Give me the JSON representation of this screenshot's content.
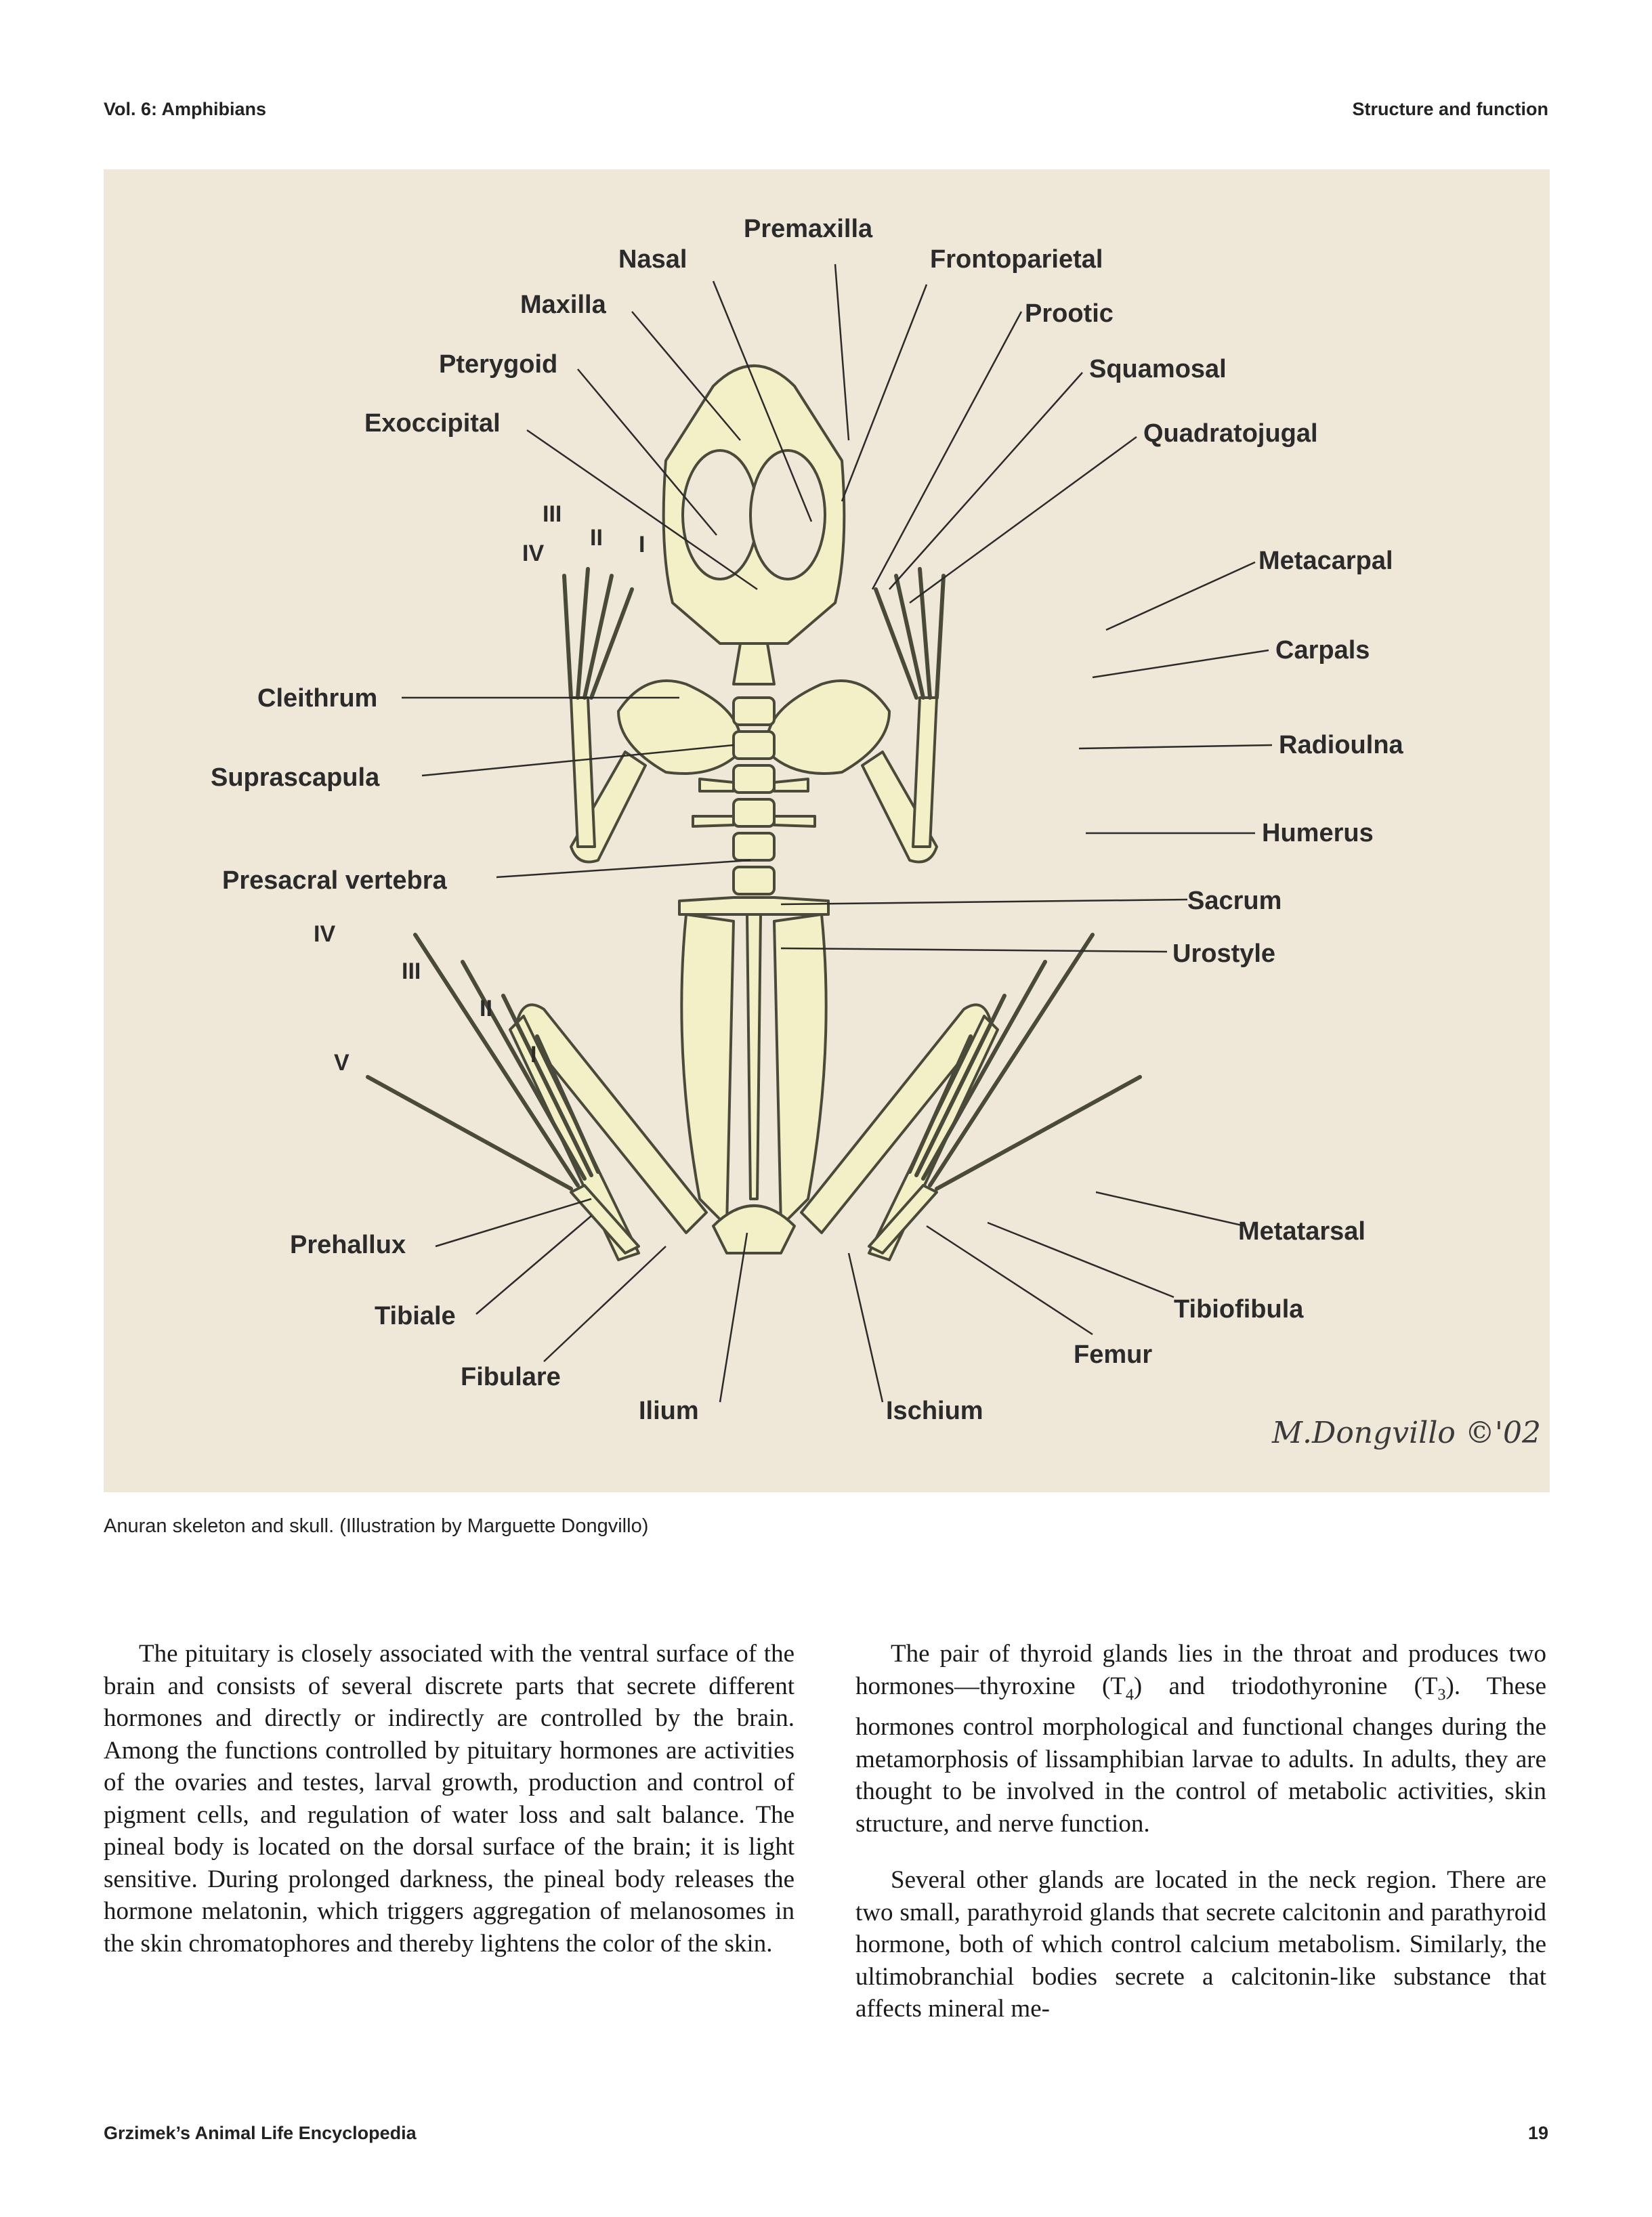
{
  "header": {
    "left": "Vol. 6: Amphibians",
    "right": "Structure and function"
  },
  "figure": {
    "labels": {
      "premaxilla": "Premaxilla",
      "nasal": "Nasal",
      "frontoparietal": "Frontoparietal",
      "maxilla": "Maxilla",
      "prootic": "Prootic",
      "pterygoid": "Pterygoid",
      "squamosal": "Squamosal",
      "exoccipital": "Exoccipital",
      "quadratojugal": "Quadratojugal",
      "metacarpal": "Metacarpal",
      "carpals": "Carpals",
      "cleithrum": "Cleithrum",
      "radioulna": "Radioulna",
      "suprascapula": "Suprascapula",
      "humerus": "Humerus",
      "presacral": "Presacral vertebra",
      "sacrum": "Sacrum",
      "urostyle": "Urostyle",
      "metatarsal": "Metatarsal",
      "prehallux": "Prehallux",
      "tibiofibula": "Tibiofibula",
      "tibiale": "Tibiale",
      "femur": "Femur",
      "fibulare": "Fibulare",
      "ilium": "Ilium",
      "ischium": "Ischium",
      "hand_digits": [
        "III",
        "IV",
        "II",
        "I"
      ],
      "foot_digits": [
        "IV",
        "III",
        "II",
        "V",
        "I"
      ]
    },
    "signature": "M.Dongvillo ©'02"
  },
  "caption": "Anuran skeleton and skull. (Illustration by Marguette Dongvillo)",
  "body": {
    "left_paragraphs": [
      "The pituitary is closely associated with the ventral surface of the brain and consists of several discrete parts that secrete different hormones and directly or indirectly are controlled by the brain. Among the functions controlled by pituitary hormones are activities of the ovaries and testes, larval growth, production and control of pigment cells, and regulation of water loss and salt balance. The pineal body is located on the dorsal surface of the brain; it is light sensitive. During prolonged darkness, the pineal body releases the hormone melatonin, which triggers aggregation of melanosomes in the skin chromatophores and thereby lightens the color of the skin."
    ],
    "right_p1_a": "The pair of thyroid glands lies in the throat and produces two hormones—thyroxine (T",
    "right_p1_sub1": "4",
    "right_p1_b": ") and triodothyronine (T",
    "right_p1_sub2": "3",
    "right_p1_c": "). These hormones control morphological and functional changes during the metamorphosis of lissamphibian larvae to adults. In adults, they are thought to be involved in the control of metabolic activities, skin structure, and nerve function.",
    "right_p2": "Several other glands are located in the neck region. There are two small, parathyroid glands that secrete calcitonin and parathyroid hormone, both of which control calcium metabolism. Similarly, the ultimobranchial bodies secrete a calcitonin-like substance that affects mineral me-"
  },
  "footer": {
    "left": "Grzimek’s Animal Life Encyclopedia",
    "right": "19"
  },
  "colors": {
    "bone": "#f3efc6",
    "bone_stroke": "#4a4a3a",
    "background": "#efe7d8"
  }
}
